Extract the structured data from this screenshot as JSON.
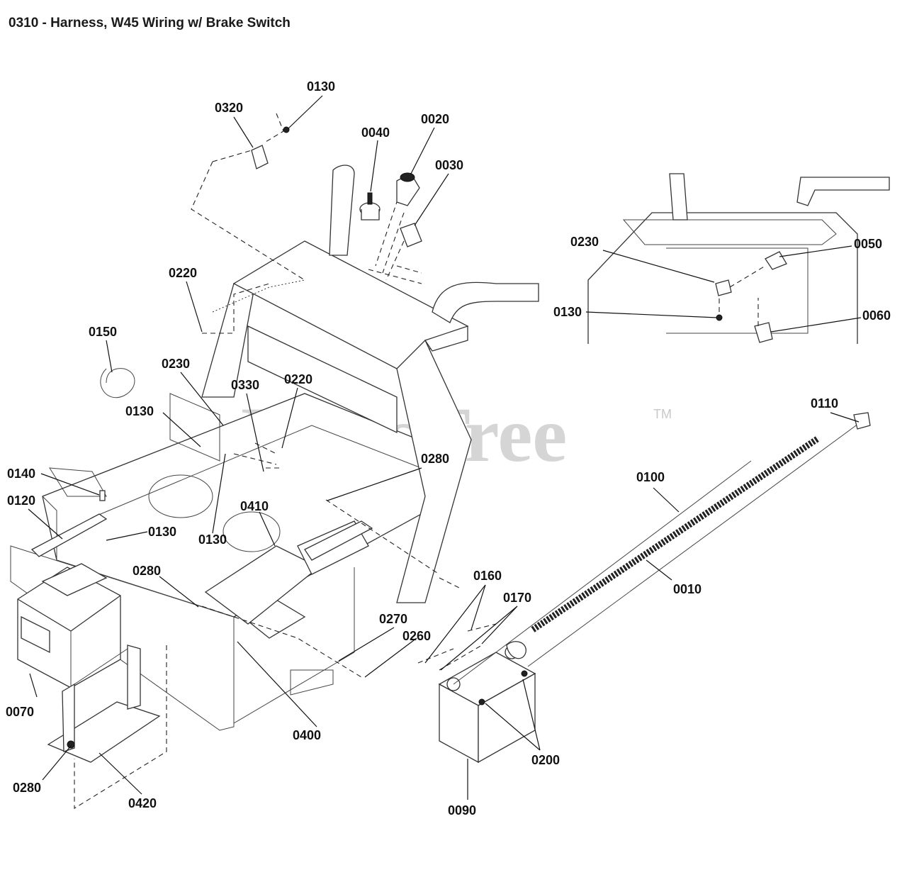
{
  "title": "0310 - Harness, W45 Wiring w/ Brake Switch",
  "watermark": {
    "text": "PartsTree",
    "tm": "TM"
  },
  "callouts": [
    "0130",
    "0320",
    "0040",
    "0020",
    "0030",
    "0220",
    "0150",
    "0230",
    "0330",
    "0220",
    "0130",
    "0140",
    "0120",
    "0130",
    "0130",
    "0410",
    "0280",
    "0280",
    "0230",
    "0050",
    "0130",
    "0060",
    "0110",
    "0100",
    "0010",
    "0160",
    "0170",
    "0270",
    "0260",
    "0070",
    "0400",
    "0200",
    "0280",
    "0420",
    "0090"
  ]
}
